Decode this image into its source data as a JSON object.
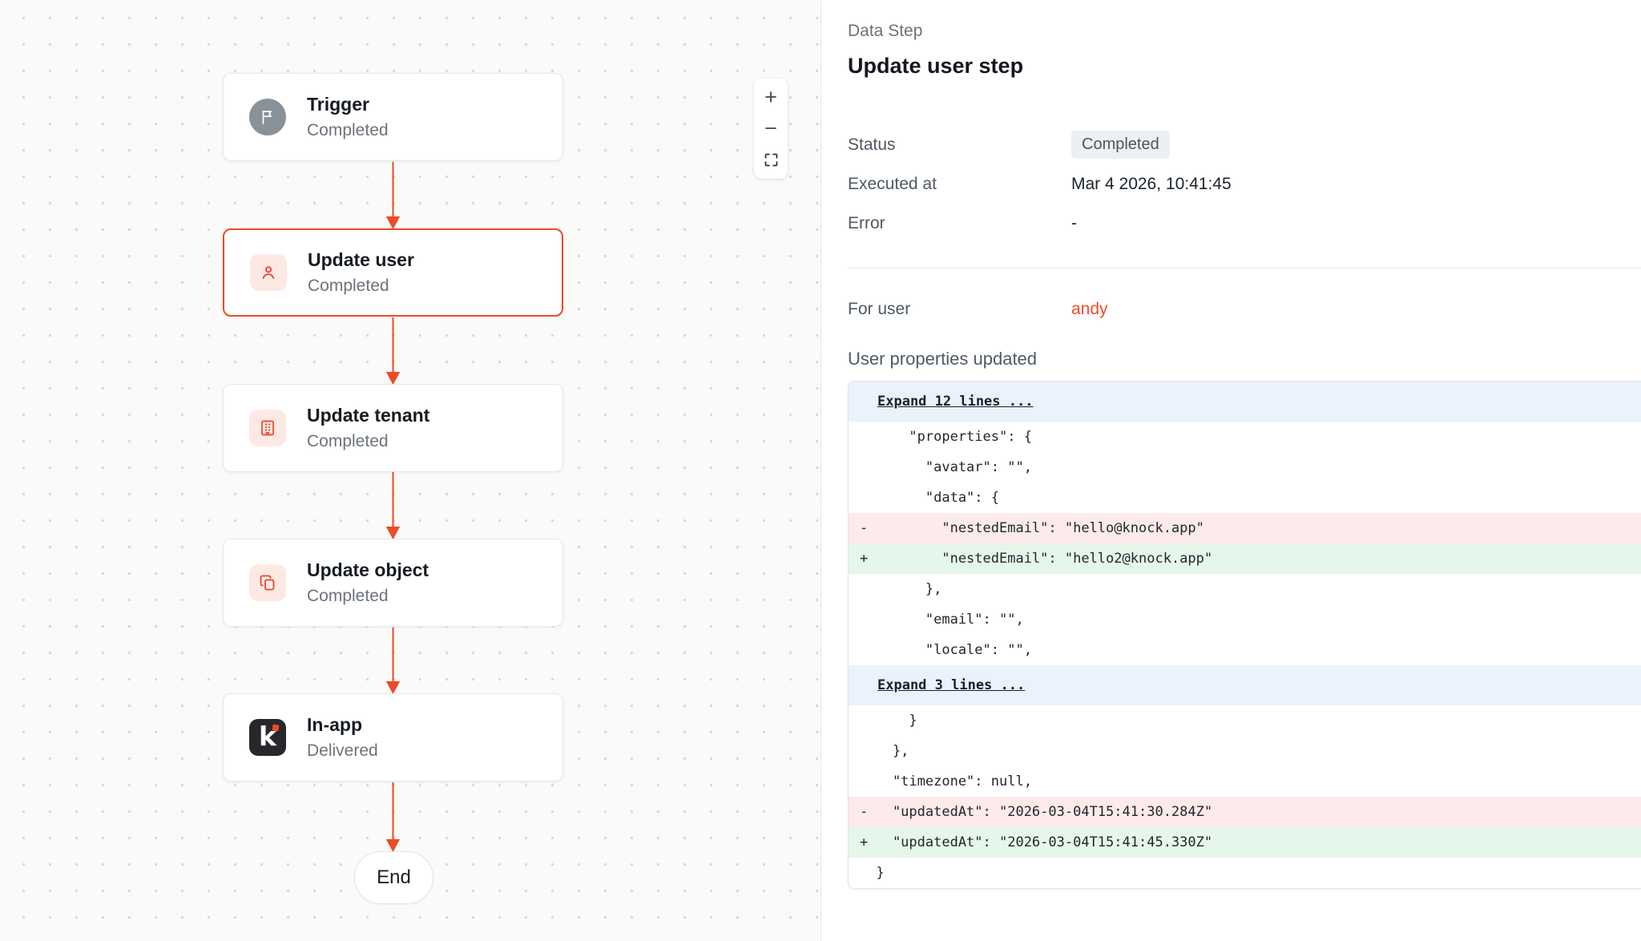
{
  "canvas": {
    "nodes": [
      {
        "title": "Trigger",
        "status": "Completed",
        "icon": "flag-icon",
        "selected": false
      },
      {
        "title": "Update user",
        "status": "Completed",
        "icon": "user-icon",
        "selected": true
      },
      {
        "title": "Update tenant",
        "status": "Completed",
        "icon": "building-icon",
        "selected": false
      },
      {
        "title": "Update object",
        "status": "Completed",
        "icon": "copy-icon",
        "selected": false
      },
      {
        "title": "In-app",
        "status": "Delivered",
        "icon": "knock-logo",
        "selected": false
      }
    ],
    "end_label": "End",
    "zoom_controls": {
      "zoom_in": "+",
      "zoom_out": "−",
      "fit": "fit-view-icon"
    }
  },
  "panel": {
    "eyebrow": "Data Step",
    "title": "Update user step",
    "fields": [
      {
        "label": "Status",
        "value": "Completed",
        "type": "badge"
      },
      {
        "label": "Executed at",
        "value": "Mar 4 2026, 10:41:45",
        "type": "text"
      },
      {
        "label": "Error",
        "value": "-",
        "type": "text"
      }
    ],
    "for_user": {
      "label": "For user",
      "value": "andy"
    },
    "diff_title": "User properties updated",
    "diff": {
      "rows": [
        {
          "type": "expand",
          "text": "Expand 12 lines ..."
        },
        {
          "type": "context",
          "text": "      \"properties\": {"
        },
        {
          "type": "context",
          "text": "        \"avatar\": \"\","
        },
        {
          "type": "context",
          "text": "        \"data\": {"
        },
        {
          "type": "del",
          "text": "-         \"nestedEmail\": \"hello@knock.app\""
        },
        {
          "type": "add",
          "text": "+         \"nestedEmail\": \"hello2@knock.app\""
        },
        {
          "type": "context",
          "text": "        },"
        },
        {
          "type": "context",
          "text": "        \"email\": \"\","
        },
        {
          "type": "context",
          "text": "        \"locale\": \"\","
        },
        {
          "type": "expand",
          "text": "Expand 3 lines ..."
        },
        {
          "type": "context",
          "text": "      }"
        },
        {
          "type": "context",
          "text": "    },"
        },
        {
          "type": "context",
          "text": "    \"timezone\": null,"
        },
        {
          "type": "del",
          "text": "-   \"updatedAt\": \"2026-03-04T15:41:30.284Z\""
        },
        {
          "type": "add",
          "text": "+   \"updatedAt\": \"2026-03-04T15:41:45.330Z\""
        },
        {
          "type": "context",
          "text": "  }"
        }
      ]
    }
  },
  "colors": {
    "accent": "#EC4A27",
    "user_link": "#F04B28",
    "node_icon_bg": "#FDE9E3",
    "trigger_icon_bg": "#8A9299",
    "logo_bg": "#26282B",
    "badge_bg": "#EDEFF2",
    "diff_expand_bg": "#EAF2FB",
    "diff_del_bg": "#FDEAEA",
    "diff_add_bg": "#E5F6EA",
    "canvas_bg": "#FAFAF9"
  }
}
